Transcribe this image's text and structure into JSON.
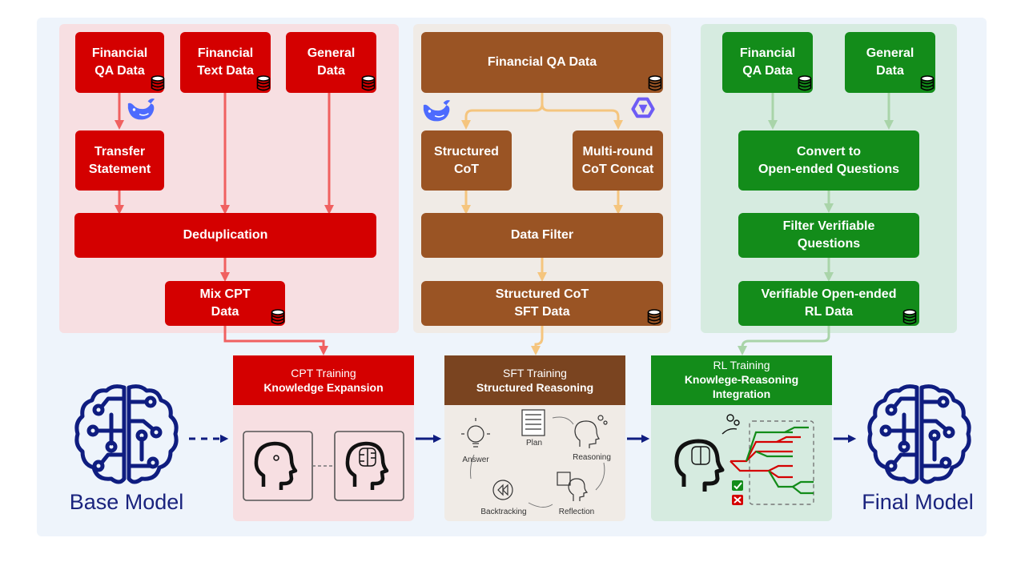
{
  "cpt_column": {
    "sources": [
      {
        "label": "Financial\nQA Data"
      },
      {
        "label": "Financial\nText Data"
      },
      {
        "label": "General\nData"
      }
    ],
    "transfer": "Transfer\nStatement",
    "dedup": "Deduplication",
    "mix": "Mix CPT\nData"
  },
  "sft_column": {
    "source": "Financial QA Data",
    "structured": "Structured\nCoT",
    "multi": "Multi-round\nCoT Concat",
    "filter": "Data Filter",
    "output": "Structured CoT\nSFT Data"
  },
  "rl_column": {
    "sources": [
      {
        "label": "Financial\nQA Data"
      },
      {
        "label": "General\nData"
      }
    ],
    "convert": "Convert to\nOpen-ended Questions",
    "filter": "Filter Verifiable\nQuestions",
    "output": "Verifiable Open-ended\nRL Data"
  },
  "stages": {
    "cpt": {
      "title": "CPT Training",
      "subtitle": "Knowledge Expansion"
    },
    "sft": {
      "title": "SFT Training",
      "subtitle": "Structured Reasoning"
    },
    "rl": {
      "title": "RL Training",
      "subtitle": "Knowlege-Reasoning\nIntegration"
    }
  },
  "sft_cycle": [
    "Plan",
    "Reasoning",
    "Reflection",
    "Backtracking",
    "Answer"
  ],
  "models": {
    "base": "Base Model",
    "final": "Final Model"
  },
  "colors": {
    "red": "#d40000",
    "red_panel": "#f7dfe2",
    "red_arrow": "#f06060",
    "brown": "#9a5424",
    "brown_header": "#7a4420",
    "brown_panel": "#f0ebe6",
    "brown_arrow": "#f5c57e",
    "green": "#138c1a",
    "green_panel": "#d6ebe0",
    "green_arrow": "#a9d4a9",
    "navy": "#0f1d80",
    "whale": "#4d6bfe",
    "qwen": "#6e5cf5"
  }
}
